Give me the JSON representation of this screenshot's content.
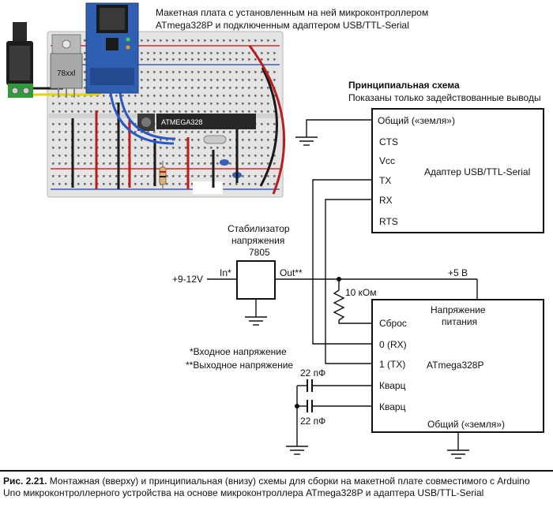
{
  "breadboard": {
    "caption_line1": "Макетная плата с установленным на ней микроконтроллером",
    "caption_line2": "ATmega328P и подключенным адаптером USB/TTL-Serial",
    "chip_label": "ATMEGA328",
    "regulator_label": "78xxl"
  },
  "schematic": {
    "title": "Принципиальная схема",
    "subtitle": "Показаны только задействованные выводы",
    "adapter": {
      "name": "Адаптер USB/TTL-Serial",
      "pins": [
        "Общий («земля»)",
        "CTS",
        "Vcc",
        "TX",
        "RX",
        "RTS"
      ]
    },
    "regulator": {
      "title_line1": "Стабилизатор",
      "title_line2": "напряжения",
      "title_line3": "7805",
      "in_label": "In*",
      "out_label": "Out**",
      "input_voltage": "+9-12V"
    },
    "supply_label": "+5 В",
    "resistor_label": "10 кОм",
    "mcu": {
      "name": "ATmega328P",
      "power_line1": "Напряжение",
      "power_line2": "питания",
      "ground": "Общий («земля»)",
      "pins": [
        "Сброс",
        "0 (RX)",
        "1 (TX)",
        "Кварц",
        "Кварц"
      ]
    },
    "cap_top": "22 пФ",
    "cap_bottom": "22 пФ",
    "note1": "*Входное напряжение",
    "note2": "**Выходное напряжение"
  },
  "caption": {
    "label": "Рис. 2.21.",
    "text": "Монтажная (вверху) и принципиальная (внизу) схемы для сборки на макетной плате совместимого с Arduino Uno микроконтроллерного устройства на основе микроконтроллера ATmega328P и адаптера USB/TTL-Serial"
  },
  "colors": {
    "breadboard": "#e4e4e4",
    "hole": "#6e6e6e",
    "rail_red": "#d12a2a",
    "rail_blue": "#3b5fb8",
    "adapter_board": "#2f5fb0",
    "wire_red": "#b81e1e",
    "wire_blue": "#2a58c4",
    "wire_black": "#1a1a1a",
    "wire_yellow": "#e6d400",
    "terminal_green": "#2f9a3a"
  }
}
